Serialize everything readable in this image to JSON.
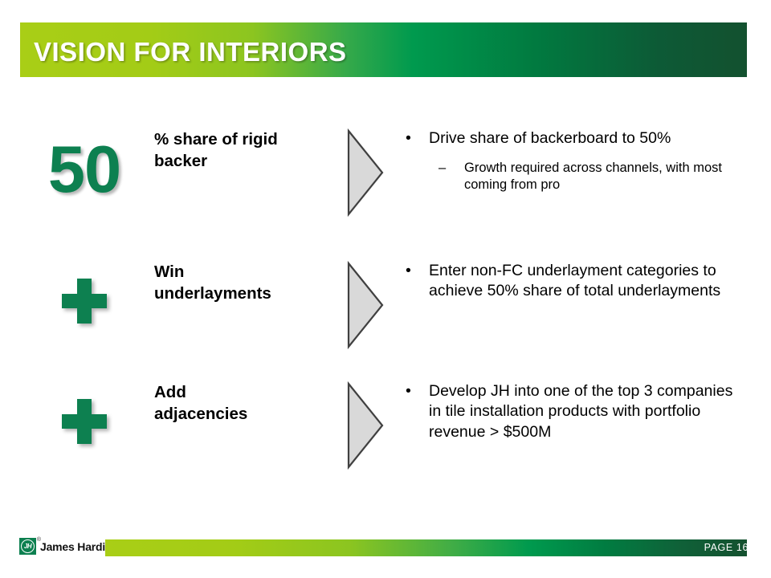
{
  "header": {
    "title": "VISION FOR INTERIORS",
    "gradient_start": "#a9ce16",
    "gradient_mid": "#009a4e",
    "gradient_end": "#13512f"
  },
  "theme": {
    "green": "#0d8050",
    "yellow_green": "#a9ce16",
    "dark_green": "#13512f",
    "arrow_fill": "#d9d9d9",
    "arrow_stroke": "#404040"
  },
  "rows": [
    {
      "icon_type": "number",
      "icon_value": "50",
      "label": "% share of rigid backer",
      "label_line1": "% share of rigid",
      "label_line2": "backer",
      "arrow": "triangle-right",
      "bullets": [
        {
          "marker": "•",
          "text": "Drive share of backerboard to 50%",
          "subbullets": [
            {
              "marker": "–",
              "text": "Growth required across channels, with most coming from pro"
            }
          ]
        }
      ]
    },
    {
      "icon_type": "plus",
      "icon_value": "+",
      "label": "Win underlayments",
      "label_line1": "Win",
      "label_line2": "underlayments",
      "arrow": "triangle-right",
      "bullets": [
        {
          "marker": "•",
          "text": "Enter non-FC underlayment categories to achieve 50% share of total underlayments",
          "subbullets": []
        }
      ]
    },
    {
      "icon_type": "plus",
      "icon_value": "+",
      "label": "Add adjacencies",
      "label_line1": "Add",
      "label_line2": "adjacencies",
      "arrow": "triangle-right",
      "bullets": [
        {
          "marker": "•",
          "text": "Develop JH into one of the top 3 companies in tile installation products with portfolio revenue > $500M",
          "subbullets": []
        }
      ]
    }
  ],
  "footer": {
    "logo_monogram": "JH",
    "logo_registered": "®",
    "brand_name": "James Hardie",
    "page_label": "PAGE  16"
  }
}
